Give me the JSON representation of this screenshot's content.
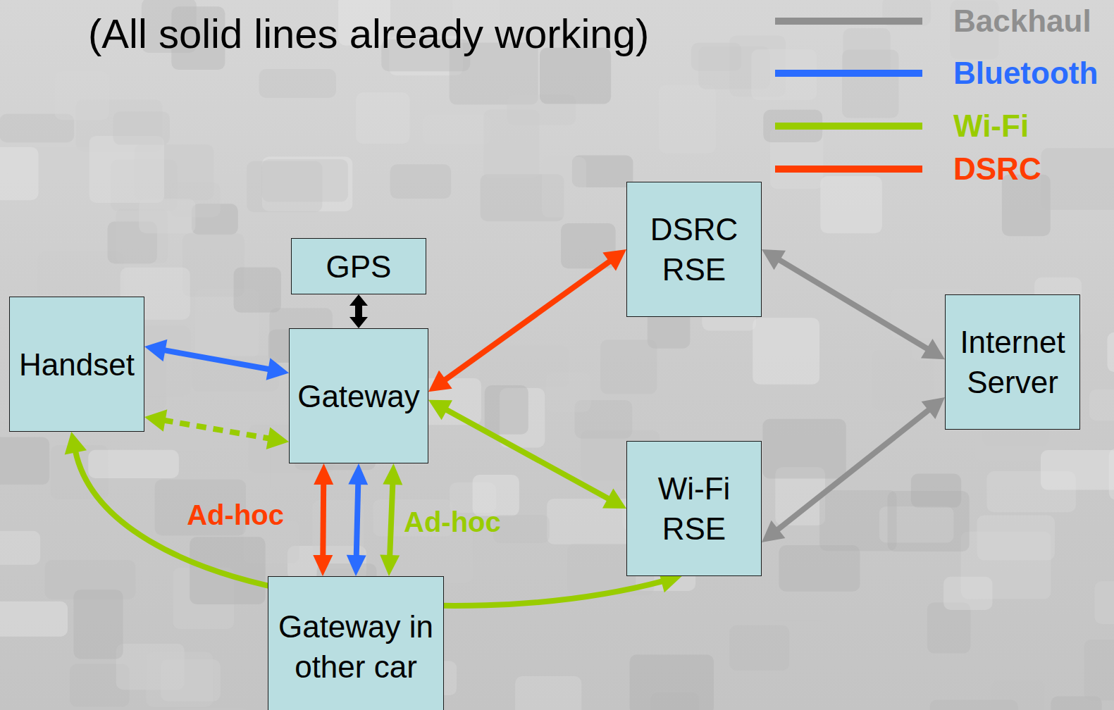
{
  "diagram": {
    "title": "(All solid lines already working)",
    "nodes": [
      {
        "text": [
          "GPS"
        ]
      },
      {
        "text": [
          "Handset"
        ]
      },
      {
        "text": [
          "Gateway"
        ]
      },
      {
        "text": [
          "DSRC RSE"
        ]
      },
      {
        "text": [
          "Wi-Fi RSE"
        ]
      },
      {
        "text": [
          "Internet Server"
        ]
      },
      {
        "text": [
          "Gateway in other car"
        ]
      }
    ],
    "edges": [
      {
        "from": 0,
        "to": 2,
        "arrow": "both"
      },
      {
        "from": 1,
        "to": 2,
        "arrow": "both"
      },
      {
        "from": 1,
        "to": 2,
        "arrow": "both"
      },
      {
        "from": 2,
        "to": 3,
        "arrow": "both"
      },
      {
        "from": 2,
        "to": 4,
        "arrow": "both"
      },
      {
        "from": 3,
        "to": 5,
        "arrow": "both"
      },
      {
        "from": 4,
        "to": 5,
        "arrow": "both"
      },
      {
        "from": 2,
        "to": 6,
        "arrow": "both",
        "label": "Ad-hoc"
      },
      {
        "from": 2,
        "to": 6,
        "arrow": "both"
      },
      {
        "from": 2,
        "to": 6,
        "arrow": "both",
        "label": "Ad-hoc"
      },
      {
        "from": 1,
        "to": 4,
        "arrow": "both"
      }
    ],
    "legend": [
      {
        "text": "Backhaul",
        "color": "#8f8f8f"
      },
      {
        "text": "Bluetooth",
        "color": "#2a6cff"
      },
      {
        "text": "Wi-Fi",
        "color": "#99cc00"
      },
      {
        "text": "DSRC",
        "color": "#ff3d00"
      }
    ]
  }
}
